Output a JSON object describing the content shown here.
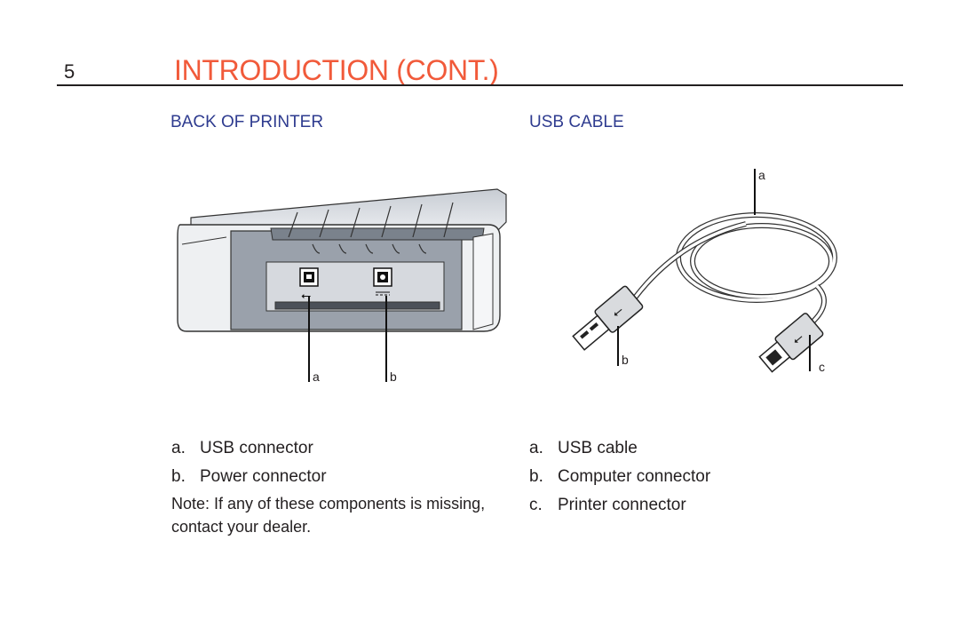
{
  "header": {
    "page_number": "5",
    "title": "INTRODUCTION (CONT.)"
  },
  "back_section": {
    "heading": "BACK OF PRINTER",
    "callouts": [
      "a",
      "b"
    ],
    "items": [
      {
        "marker": "a.",
        "label": "USB connector"
      },
      {
        "marker": "b.",
        "label": "Power connector"
      }
    ],
    "note": "Note: If any of these components is missing, contact your dealer."
  },
  "usb_section": {
    "heading": "USB CABLE",
    "callouts": [
      "a",
      "b",
      "c"
    ],
    "items": [
      {
        "marker": "a.",
        "label": "USB cable"
      },
      {
        "marker": "b.",
        "label": "Computer connector"
      },
      {
        "marker": "c.",
        "label": "Printer connector"
      }
    ]
  },
  "colors": {
    "title": "#f15a3a",
    "heading": "#2e3b8f",
    "text": "#231f20"
  }
}
